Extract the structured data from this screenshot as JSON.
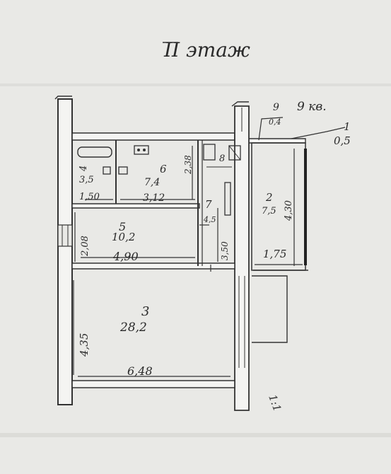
{
  "title": "II этаж",
  "apartment_label": "9 кв.",
  "colors": {
    "paper": "#e9e9e6",
    "ink": "#333333",
    "wall_fill": "#f4f4f2"
  },
  "rooms": [
    {
      "id": "room-4",
      "number": "4",
      "area": "3,5",
      "dim": "1,50"
    },
    {
      "id": "room-6",
      "number": "6",
      "area": "7,4",
      "dim_w": "3,12",
      "dim_h": "2,38"
    },
    {
      "id": "room-8",
      "number": "8"
    },
    {
      "id": "room-7",
      "number": "7",
      "area": "4,5",
      "dim": "3,50"
    },
    {
      "id": "room-2",
      "number": "2",
      "area": "7,5",
      "dim_h": "4,30",
      "dim_w": "1,75"
    },
    {
      "id": "room-1",
      "number": "1",
      "area": "0,5"
    },
    {
      "id": "room-9",
      "number": "9",
      "area": "0,4"
    },
    {
      "id": "room-5",
      "number": "5",
      "area": "10,2",
      "dim_w": "4,90",
      "dim_h": "2,08"
    },
    {
      "id": "room-3",
      "number": "3",
      "area": "28,2",
      "dim_w": "6,48",
      "dim_h": "4,35"
    }
  ],
  "stair_label": "1:1"
}
